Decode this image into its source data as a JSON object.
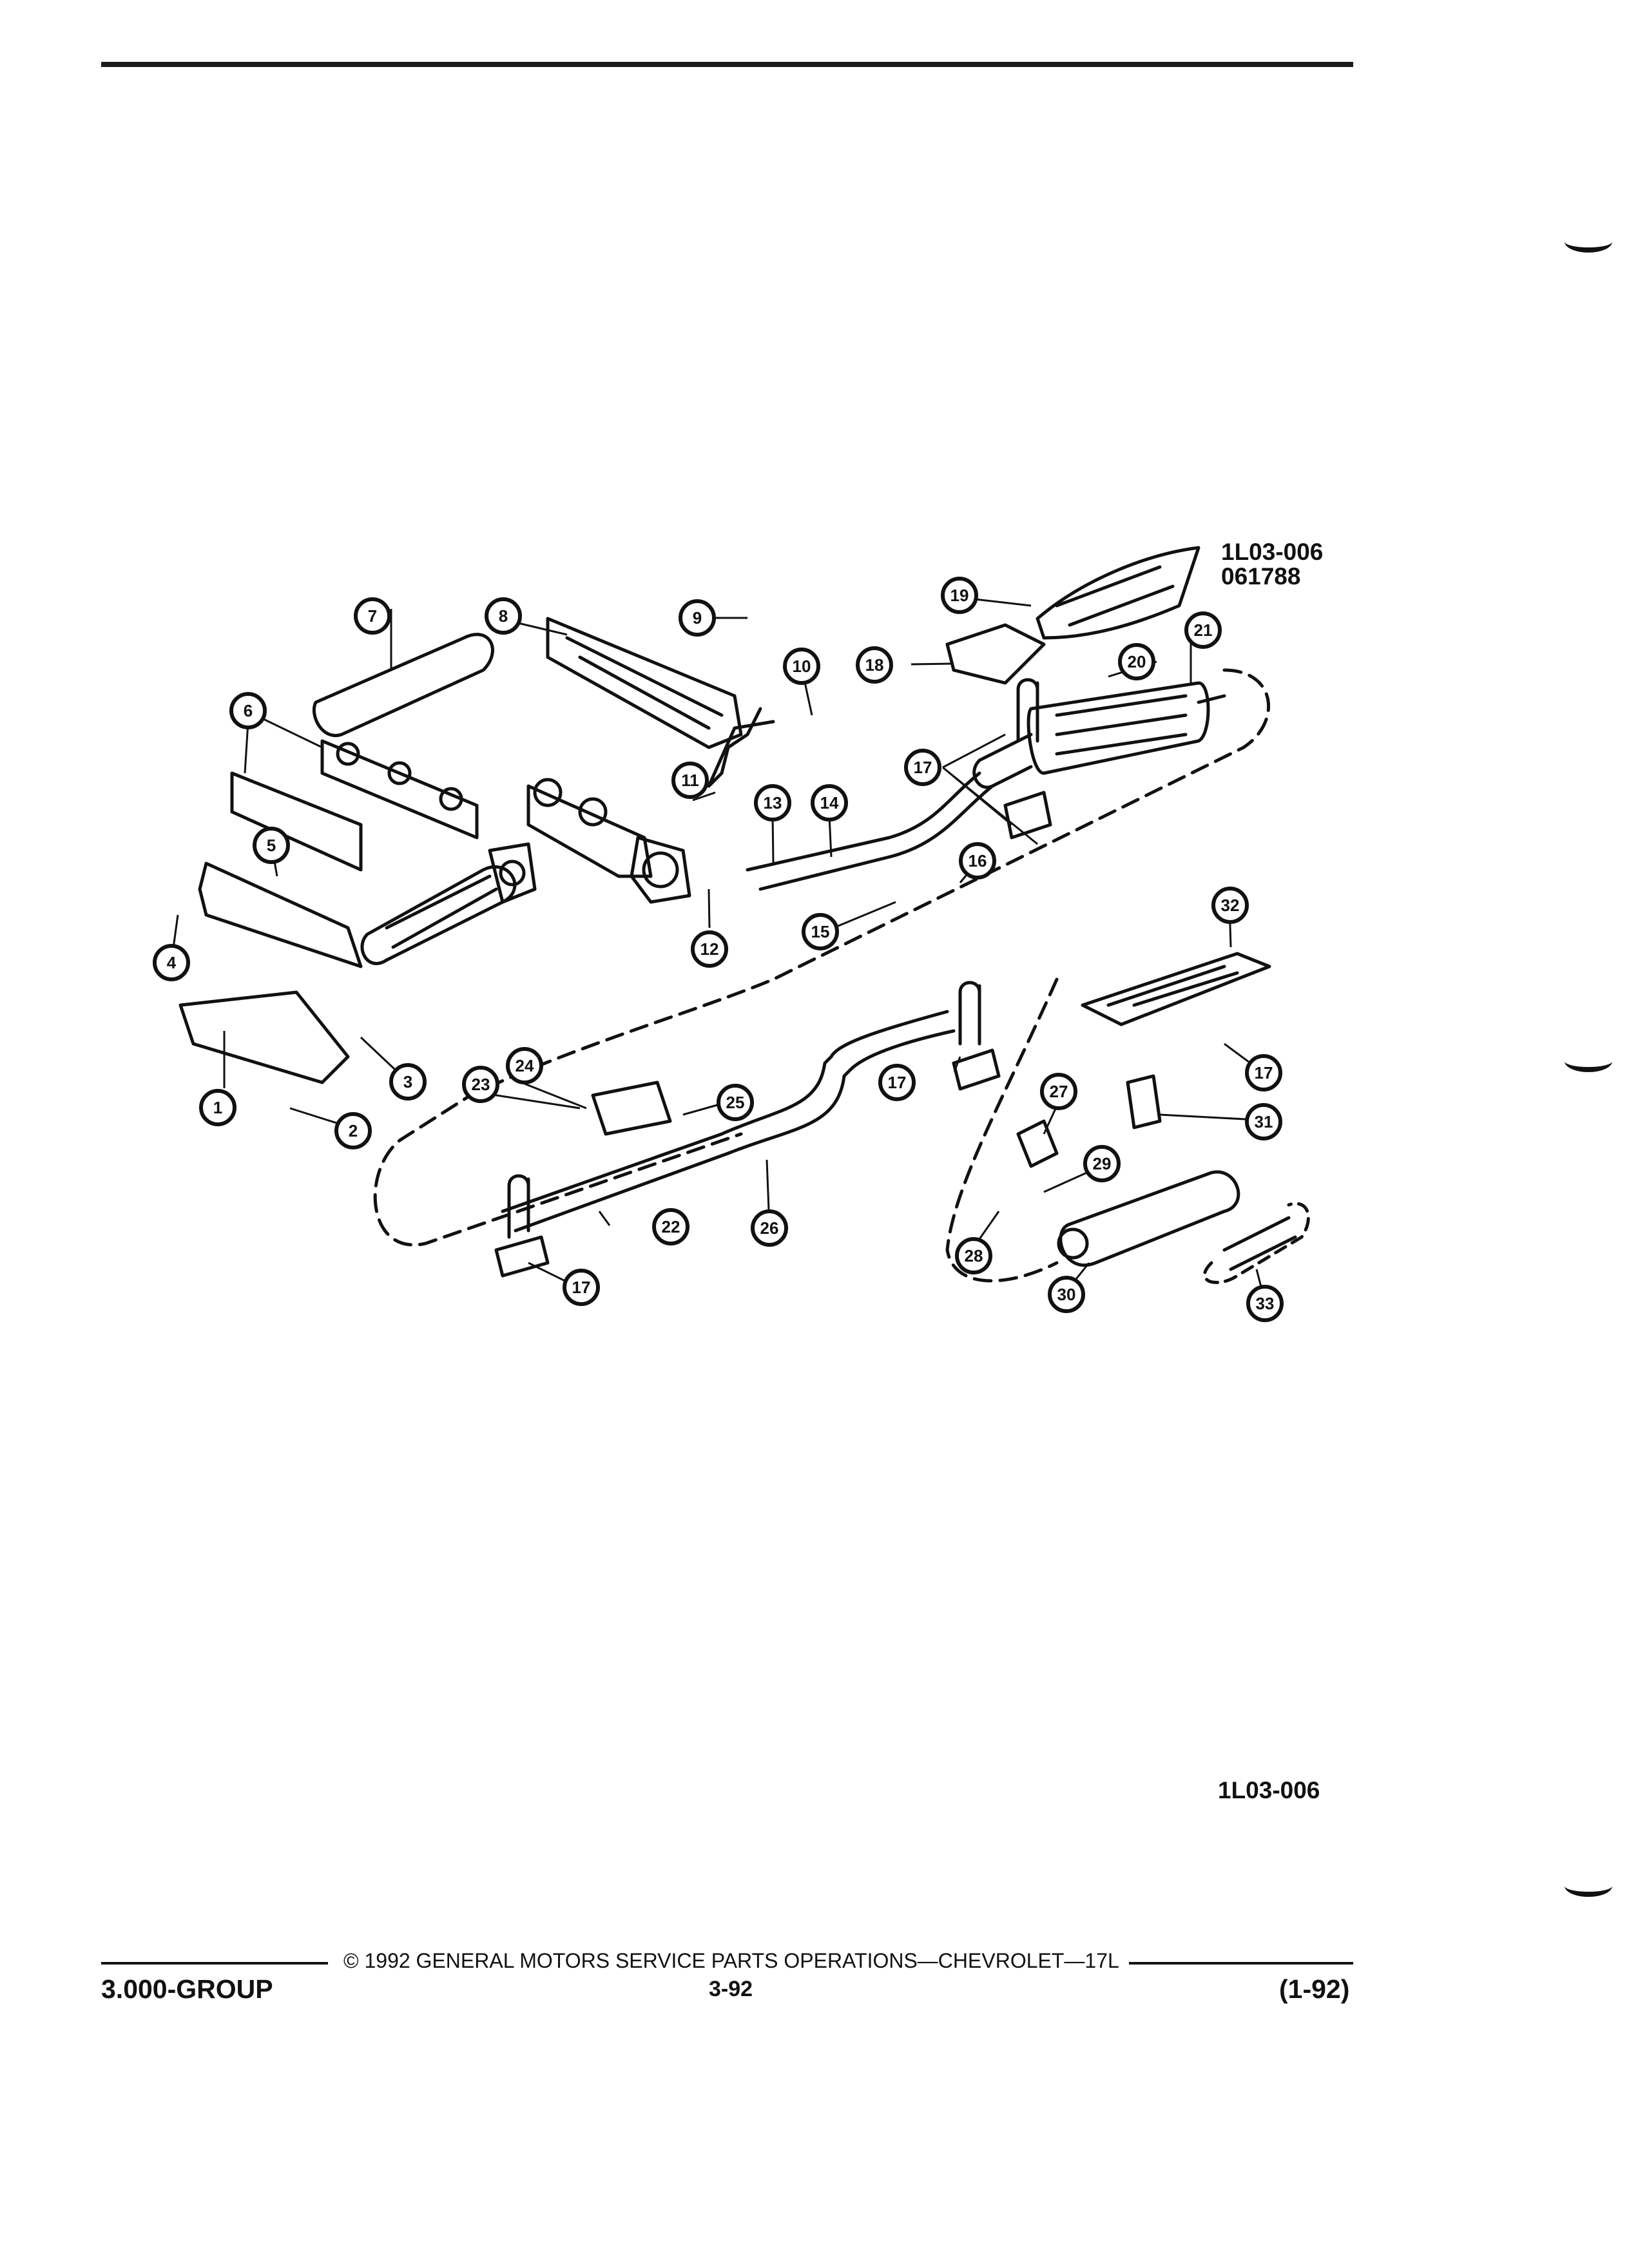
{
  "figure": {
    "id_top": "1L03-006",
    "date_code": "061788",
    "id_bottom": "1L03-006"
  },
  "callouts": [
    {
      "n": "1"
    },
    {
      "n": "2"
    },
    {
      "n": "3"
    },
    {
      "n": "4"
    },
    {
      "n": "5"
    },
    {
      "n": "6"
    },
    {
      "n": "7"
    },
    {
      "n": "8"
    },
    {
      "n": "9"
    },
    {
      "n": "10"
    },
    {
      "n": "11"
    },
    {
      "n": "12"
    },
    {
      "n": "13"
    },
    {
      "n": "14"
    },
    {
      "n": "15"
    },
    {
      "n": "16"
    },
    {
      "n": "17"
    },
    {
      "n": "18"
    },
    {
      "n": "19"
    },
    {
      "n": "20"
    },
    {
      "n": "21"
    },
    {
      "n": "17"
    },
    {
      "n": "32"
    },
    {
      "n": "17"
    },
    {
      "n": "20"
    },
    {
      "n": "23"
    },
    {
      "n": "24"
    },
    {
      "n": "25"
    },
    {
      "n": "27"
    },
    {
      "n": "31"
    },
    {
      "n": "29"
    },
    {
      "n": "22"
    },
    {
      "n": "26"
    },
    {
      "n": "28"
    },
    {
      "n": "30"
    },
    {
      "n": "17"
    },
    {
      "n": "33"
    }
  ],
  "footer": {
    "copyright": "© 1992 GENERAL MOTORS SERVICE PARTS OPERATIONS—CHEVROLET—17L",
    "group": "3.000-GROUP",
    "page": "3-92",
    "edition": "(1-92)"
  }
}
